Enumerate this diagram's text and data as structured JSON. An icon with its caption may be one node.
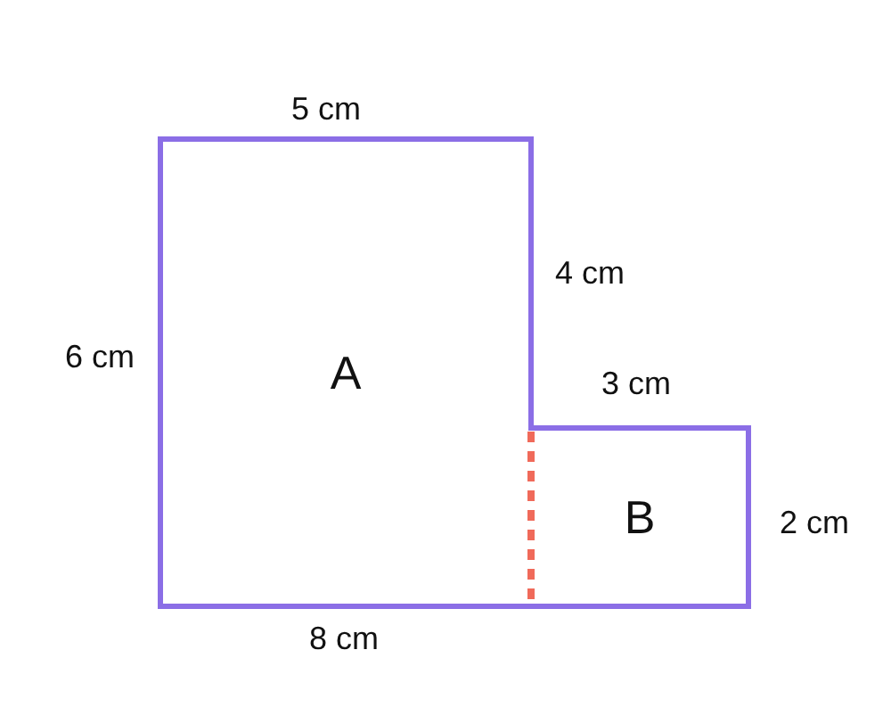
{
  "diagram": {
    "nodes": [
      {
        "text": [
          "A"
        ]
      },
      {
        "text": [
          "B"
        ]
      }
    ],
    "labels": [
      "5 cm",
      "4 cm",
      "6 cm",
      "3 cm",
      "2 cm",
      "8 cm"
    ]
  }
}
